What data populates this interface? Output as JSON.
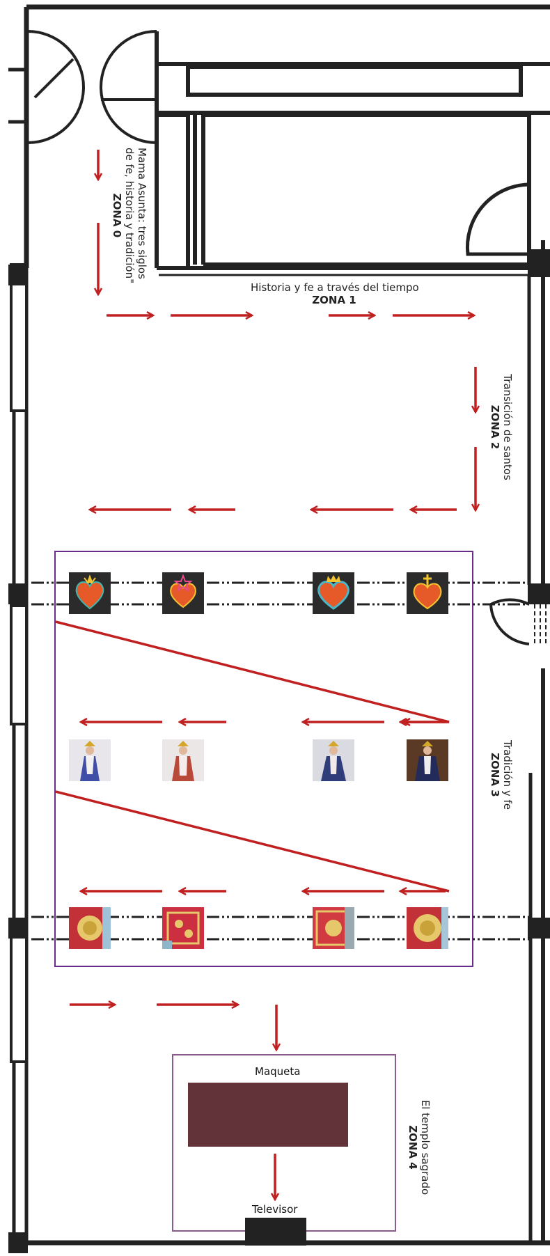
{
  "zones": [
    {
      "id": "zone0",
      "line1": "Mama Asunta: tres siglos",
      "line2": "de fe, historia y tradición\"",
      "zone_label": "ZONA 0"
    },
    {
      "id": "zone1",
      "line1": "Historia y fe a través del tiempo",
      "zone_label": "ZONA 1"
    },
    {
      "id": "zone2",
      "line1": "Transición de santos",
      "zone_label": "ZONA 2"
    },
    {
      "id": "zone3",
      "line1": "Tradición y fe",
      "zone_label": "ZONA 3"
    },
    {
      "id": "zone4",
      "line1": "El templo sagrado",
      "zone_label": "ZONA 4"
    }
  ],
  "zona4": {
    "maqueta_label": "Maqueta",
    "televisor_label": "Televisor"
  },
  "exhibits": {
    "hearts": [
      "sacred-heart-thorns",
      "sacred-heart-star",
      "sacred-heart-crown",
      "sacred-heart-cross"
    ],
    "virgin_images": [
      "virgin-statue-1",
      "virgin-statue-2",
      "virgin-statue-3",
      "virgin-statue-4"
    ],
    "mantle_images": [
      "embroidered-mantle-1",
      "embroidered-mantle-2",
      "embroidered-mantle-3",
      "embroidered-mantle-4"
    ]
  },
  "colors": {
    "walls": "#222222",
    "arrows": "#c02020",
    "zone3_frame": "#6a2c8a",
    "zone4_frame": "#8a5a8a",
    "maqueta": "#63333a"
  }
}
